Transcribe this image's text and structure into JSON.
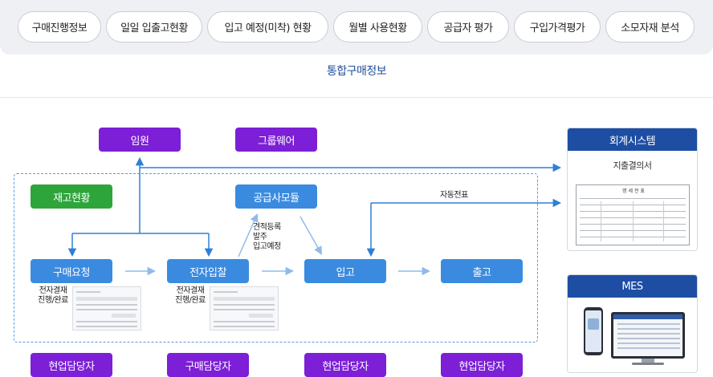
{
  "tabs": [
    {
      "label": "구매진행정보"
    },
    {
      "label": "일일 입출고현황"
    },
    {
      "label": "입고 예정(미착) 현황"
    },
    {
      "label": "월별 사용현황"
    },
    {
      "label": "공급자 평가"
    },
    {
      "label": "구입가격평가"
    },
    {
      "label": "소모자재 분석"
    }
  ],
  "page_title": "통합구매정보",
  "diagram": {
    "executive": "임원",
    "groupware": "그룹웨어",
    "inventory": "재고현황",
    "supplier_module": "공급사모듈",
    "purchase_request": "구매요청",
    "e_bidding": "전자입찰",
    "receiving": "입고",
    "shipping": "출고",
    "supplier_notes": [
      "견적등록",
      "발주",
      "입고예정"
    ],
    "approval_note_1": [
      "전자결재",
      "진행/완료"
    ],
    "approval_note_2": [
      "전자결재",
      "진행/완료"
    ],
    "auto_voucher": "자동전표",
    "roles": [
      "현업담당자",
      "구매담당자",
      "현업담당자",
      "현업담당자"
    ]
  },
  "accounting": {
    "title": "회계시스템",
    "subtitle": "지출결의서",
    "form_title": "명 세 전 표"
  },
  "mes": {
    "title": "MES"
  },
  "colors": {
    "purple": "#7c1fd6",
    "blue": "#3a8be0",
    "green": "#2ea53a",
    "navy": "#1e4ea3",
    "arrow": "#2f7fd8",
    "title_blue": "#1f4f9c"
  }
}
